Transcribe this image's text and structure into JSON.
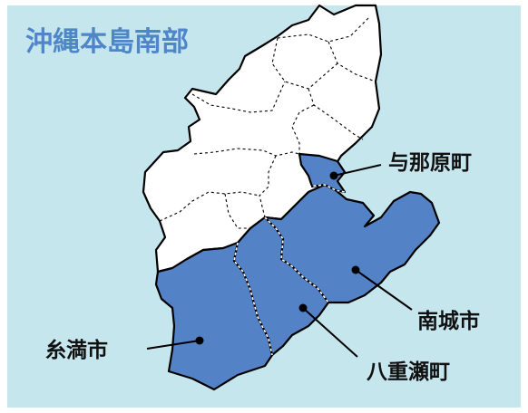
{
  "title": "沖縄本島南部",
  "colors": {
    "sea": "#c6e6ee",
    "land": "#ffffff",
    "highlight": "#5383c6",
    "title": "#4e86c8"
  },
  "municipalities": [
    {
      "id": "yonabaru",
      "name": "与那原町",
      "highlighted": true
    },
    {
      "id": "nanjo",
      "name": "南城市",
      "highlighted": true
    },
    {
      "id": "yaese",
      "name": "八重瀬町",
      "highlighted": true
    },
    {
      "id": "itoman",
      "name": "糸満市",
      "highlighted": true
    }
  ]
}
